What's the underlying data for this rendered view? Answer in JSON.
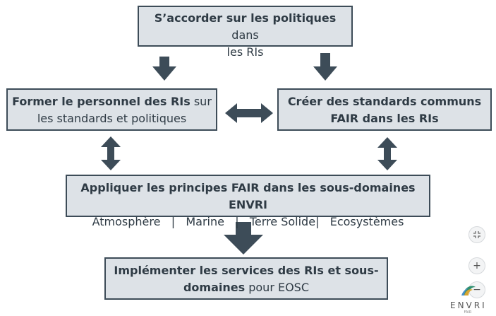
{
  "diagram": {
    "box1": {
      "bold": "S’accorder sur les politiques",
      "normal1": " dans",
      "normal2": "les RIs"
    },
    "box2": {
      "bold": "Former le personnel des RIs",
      "normal1": " sur",
      "normal2": "les standards et politiques"
    },
    "box3": {
      "bold1": "Créer des standards communs",
      "bold2": "FAIR dans les RIs"
    },
    "box4": {
      "bold": "Appliquer les principes FAIR dans les sous-domaines ENVRI",
      "sub": "Atmosphère   |   Marine   |   Terre Solide|   Ecosystèmes"
    },
    "box5": {
      "bold1": "Implémenter les services des RIs et sous-",
      "bold2": "domaines",
      "normal": " pour EOSC"
    }
  },
  "controls": {
    "fit_icon": "fit-screen-icon",
    "zoom_in_label": "+",
    "zoom_out_label": "−"
  },
  "logo": {
    "name": "ENVRI",
    "sub": "FAIR"
  }
}
